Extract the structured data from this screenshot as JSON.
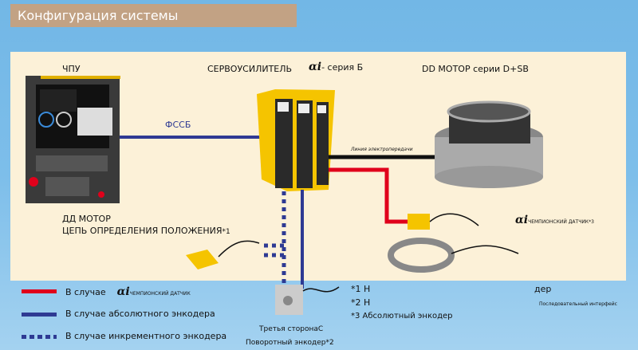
{
  "page": {
    "title": "Конфигурация системы"
  },
  "components": {
    "cnc": {
      "label": "ЧПУ"
    },
    "servo": {
      "label": "СЕРВОУСИЛИТЕЛЬ",
      "series_symbol": "αi",
      "series_label": "- серия Б"
    },
    "motor": {
      "label": "DD МОТОР серии D+SB"
    },
    "position_circuit": {
      "line1": "ДД МОТОР",
      "line2": "ЦЕПЬ ОПРЕДЕЛЕНИЯ ПОЛОЖЕНИЯ",
      "note": "*1"
    },
    "fssb": {
      "label": "ФССБ"
    },
    "power_line": {
      "label": "Линия электропередачи"
    },
    "champion_sensor": {
      "symbol": "αi",
      "label": "ЧЕМПИОНСКИЙ ДАТЧИК",
      "note": "*3"
    },
    "rotary_encoder": {
      "line1": "Третья сторонаC",
      "line2": "Поворотный энкодер",
      "note": "*2"
    }
  },
  "legend": {
    "items": [
      {
        "style": "solid-red",
        "color": "#e0001b",
        "text": "В случае",
        "symbol": "αi",
        "suffix": "ЧЕМПИОНСКИЙ ДАТЧИК"
      },
      {
        "style": "solid-blue",
        "color": "#2e3a93",
        "text": "В случае абсолютного энкодера"
      },
      {
        "style": "dotted-blue",
        "color": "#2e3a93",
        "text": "В случае инкрементного энкодера"
      }
    ]
  },
  "notes": {
    "n1": "*1 Н",
    "n2": "*2 Н",
    "n3": "*3 Абсолютный энкодер",
    "der": "дер",
    "serial": "Последовательный интерфейс"
  },
  "colors": {
    "red_line": "#e0001b",
    "blue_line": "#2e3a93",
    "power_line": "#111111",
    "servo_yellow": "#f5c400"
  }
}
